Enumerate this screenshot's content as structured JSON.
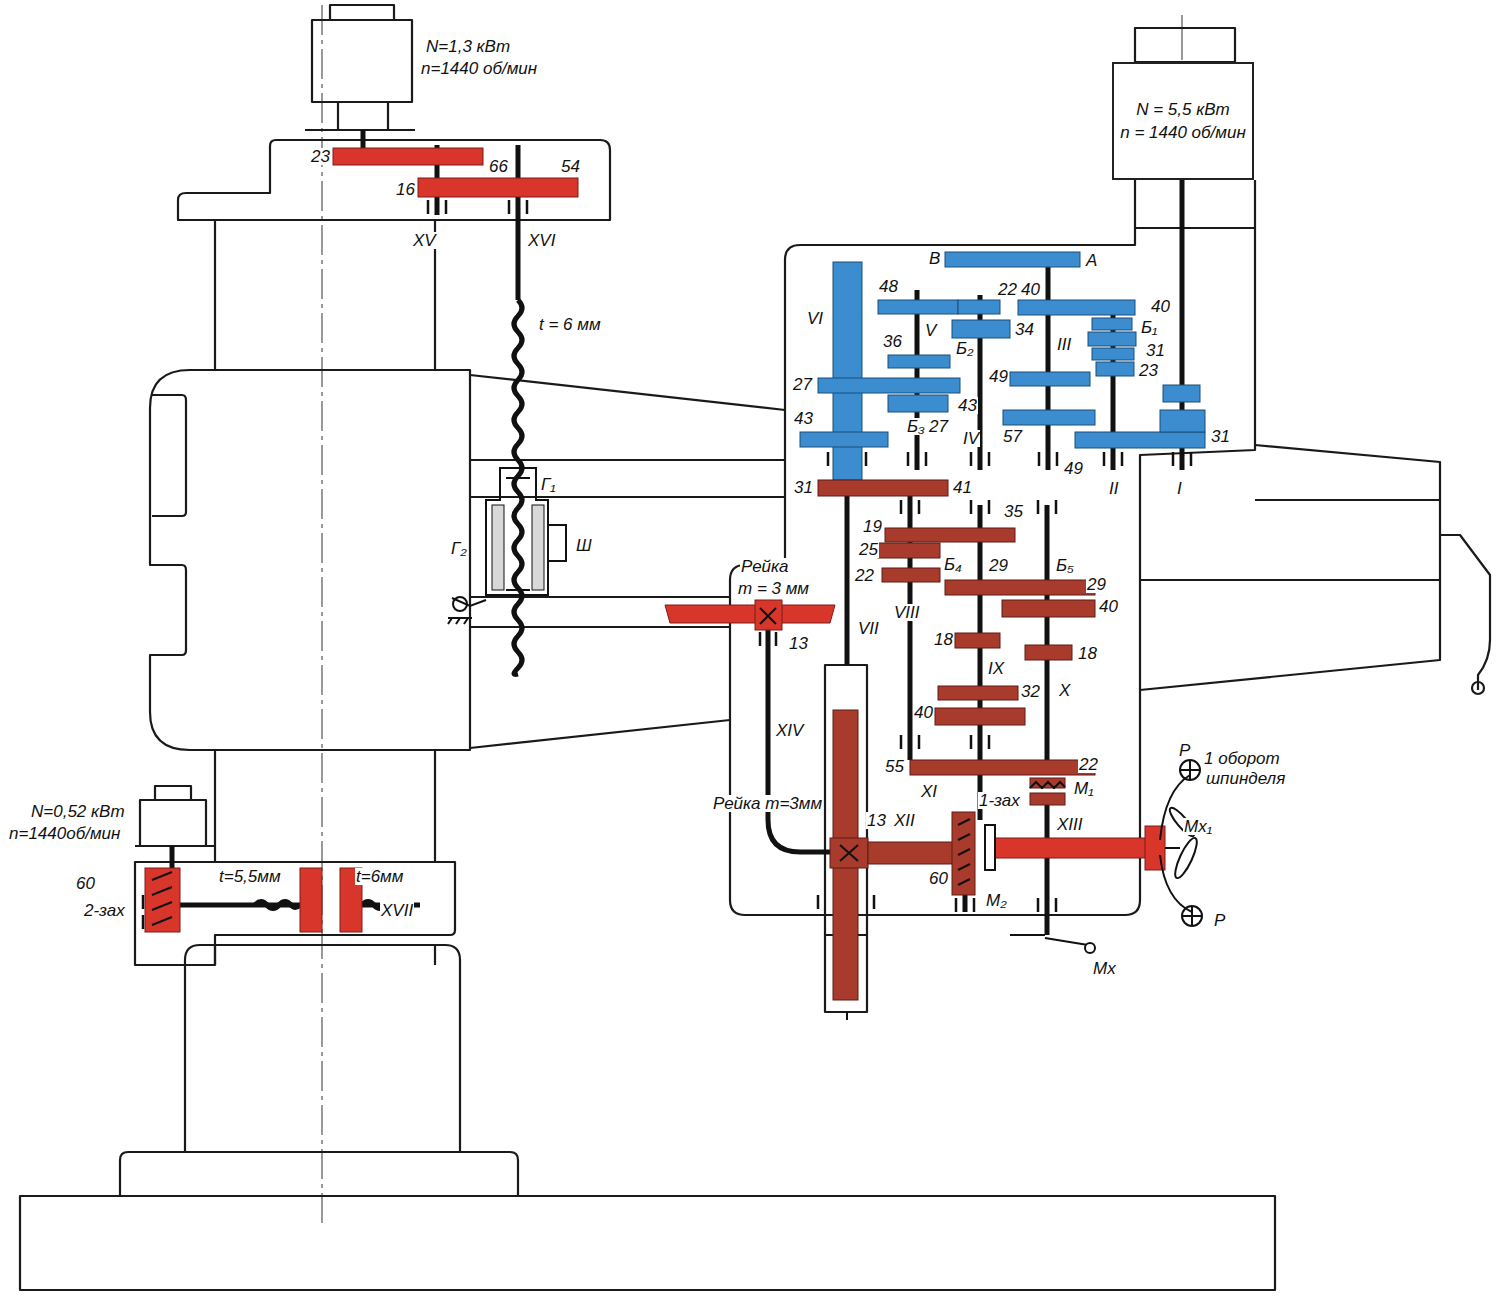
{
  "diagram": {
    "nodes": [
      {
        "text": [
          "N = 5,5 кВт",
          "n = 1440 об/мин"
        ]
      }
    ],
    "labels": [
      "N=1,3 кВт",
      "n=1440 об/мин",
      "23",
      "66",
      "54",
      "16",
      "XV",
      "XVI",
      "t = 6 мм",
      "Г₁",
      "Г₂",
      "Ш",
      "В",
      "А",
      "48",
      "22",
      "40",
      "40",
      "Б₁",
      "31",
      "23",
      "VI",
      "V",
      "Б₂",
      "34",
      "III",
      "36",
      "27",
      "49",
      "43",
      "43",
      "Б₃",
      "27",
      "IV",
      "57",
      "31",
      "49",
      "II",
      "I",
      "31",
      "41",
      "19",
      "35",
      "25",
      "Б₄",
      "22",
      "29",
      "Б₅",
      "29",
      "40",
      "VIII",
      "18",
      "18",
      "IX",
      "32",
      "X",
      "40",
      "Рейка",
      "m = 3 мм",
      "13",
      "VII",
      "XIV",
      "55",
      "22",
      "XI",
      "M₁",
      "1-зах",
      "Рейка m=3мм",
      "13",
      "XII",
      "XIII",
      "60",
      "M₂",
      "P",
      "1 оборот",
      "шпинделя",
      "Mx₁",
      "P",
      "Mx",
      "N=0,52 кВт",
      "n=1440об/мин",
      "60",
      "2-зах",
      "t=5,5мм",
      "t=6мм",
      "XVII"
    ]
  }
}
